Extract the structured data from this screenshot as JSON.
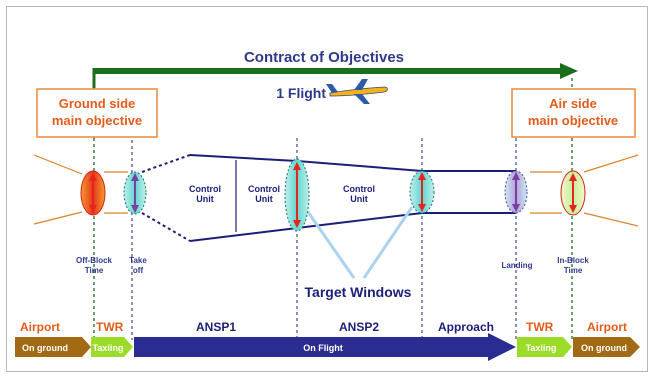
{
  "colors": {
    "green_dark": "#1b6e1b",
    "navy": "#1b1f7a",
    "blue_text": "#2d3a8c",
    "red": "#e3261d",
    "orange_box_border": "#e58a3a",
    "orange_text": "#e35c1c",
    "brown_arrow": "#a36a14",
    "light_green": "#9bdc2a",
    "cyan": "#5fd6cf",
    "light_blue_line": "#a9d3ee",
    "purple": "#7b3fa0"
  },
  "icons": {
    "plane": "airplane-icon"
  },
  "header": {
    "contract_title": "Contract of Objectives",
    "flight_label": "1 Flight"
  },
  "objectives": {
    "ground": "Ground side\nmain objective",
    "air": "Air side\nmain objective"
  },
  "units": [
    "Control\nUnit",
    "Control\nUnit",
    "Control\nUnit"
  ],
  "milestones": {
    "off_block": "Off-Block\nTime",
    "take_off": "Take\noff",
    "landing": "Landing",
    "in_block": "In-Block\nTime"
  },
  "target_windows_label": "Target Windows",
  "phase_labels": {
    "airport_left": "Airport",
    "twr_left": "TWR",
    "ansp1": "ANSP1",
    "ansp2": "ANSP2",
    "approach": "Approach",
    "twr_right": "TWR",
    "airport_right": "Airport"
  },
  "bar_labels": {
    "on_ground_left": "On ground",
    "taxiing_left": "Taxiing",
    "on_flight": "On Flight",
    "taxiing_right": "Taxiing",
    "on_ground_right": "On ground"
  }
}
